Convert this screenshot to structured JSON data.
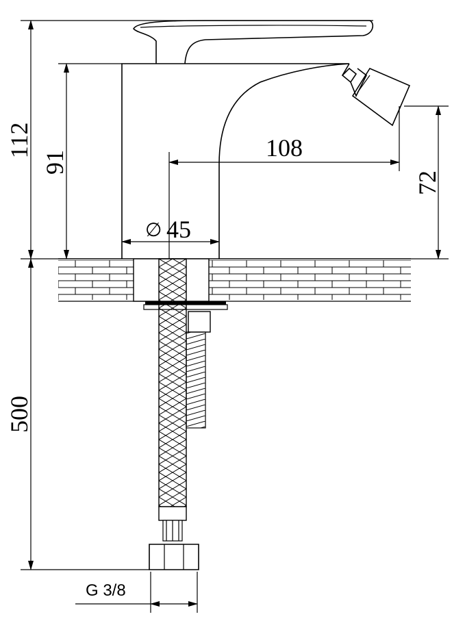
{
  "drawing": {
    "title": "Bidet mixer dimension drawing",
    "dimensions": {
      "total_height": "112",
      "body_height": "91",
      "spout_reach": "108",
      "spout_height": "72",
      "body_diameter_symbol": "∅",
      "body_diameter": "45",
      "hose_length": "500",
      "connection_thread": "G 3/8"
    },
    "colors": {
      "line": "#000000",
      "background": "#ffffff"
    }
  }
}
